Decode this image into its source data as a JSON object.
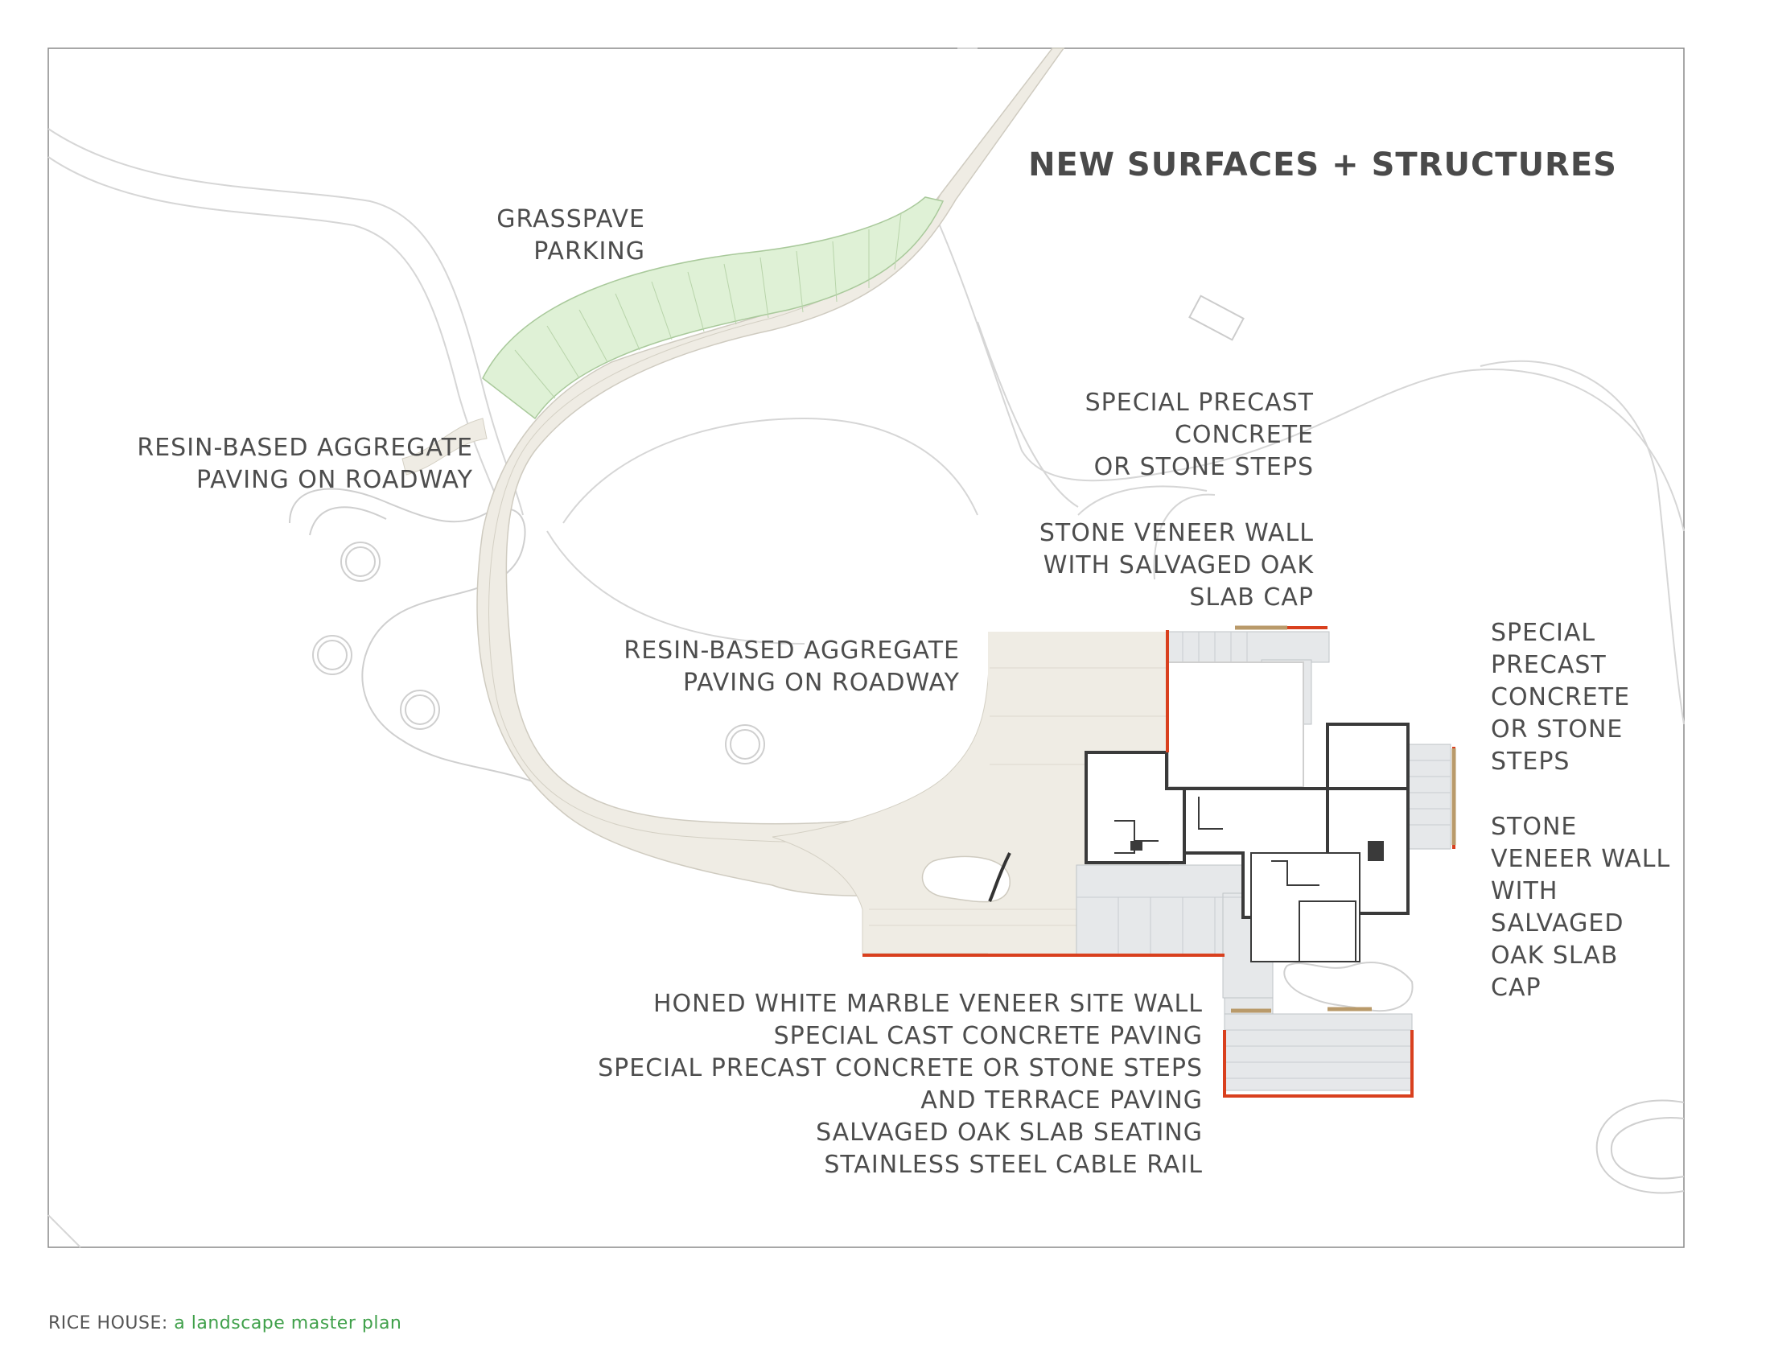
{
  "title": "NEW SURFACES + STRUCTURES",
  "labels": {
    "grasspave": [
      "GRASSPAVE",
      "PARKING"
    ],
    "resin_left": [
      "RESIN-BASED AGGREGATE",
      "PAVING ON ROADWAY"
    ],
    "resin_center": [
      "RESIN-BASED AGGREGATE",
      "PAVING ON ROADWAY"
    ],
    "steps_upper": [
      "SPECIAL PRECAST",
      "CONCRETE",
      "OR STONE STEPS"
    ],
    "wall_upper": [
      "STONE VENEER WALL",
      "WITH SALVAGED OAK",
      "SLAB CAP"
    ],
    "steps_right": [
      "SPECIAL",
      "PRECAST",
      "CONCRETE",
      "OR STONE",
      "STEPS"
    ],
    "wall_right": [
      "STONE",
      "VENEER WALL",
      "WITH",
      "SALVAGED",
      "OAK SLAB",
      "CAP"
    ],
    "bottom_list": [
      "HONED WHITE MARBLE VENEER SITE WALL",
      "SPECIAL CAST CONCRETE PAVING",
      "SPECIAL PRECAST CONCRETE OR STONE STEPS",
      "AND TERRACE PAVING",
      "SALVAGED OAK SLAB SEATING",
      "STAINLESS STEEL CABLE RAIL"
    ]
  },
  "footer": {
    "main": "RICE HOUSE:",
    "sub": "a landscape master plan"
  },
  "colors": {
    "road": "#efece4",
    "grass": "#dff1d6",
    "marble_wall": "#d9401e",
    "oak_cap": "#b99a6a",
    "precast": "#e6e8ea",
    "building": "#3a3a3a",
    "footer_accent": "#3fa04a"
  }
}
